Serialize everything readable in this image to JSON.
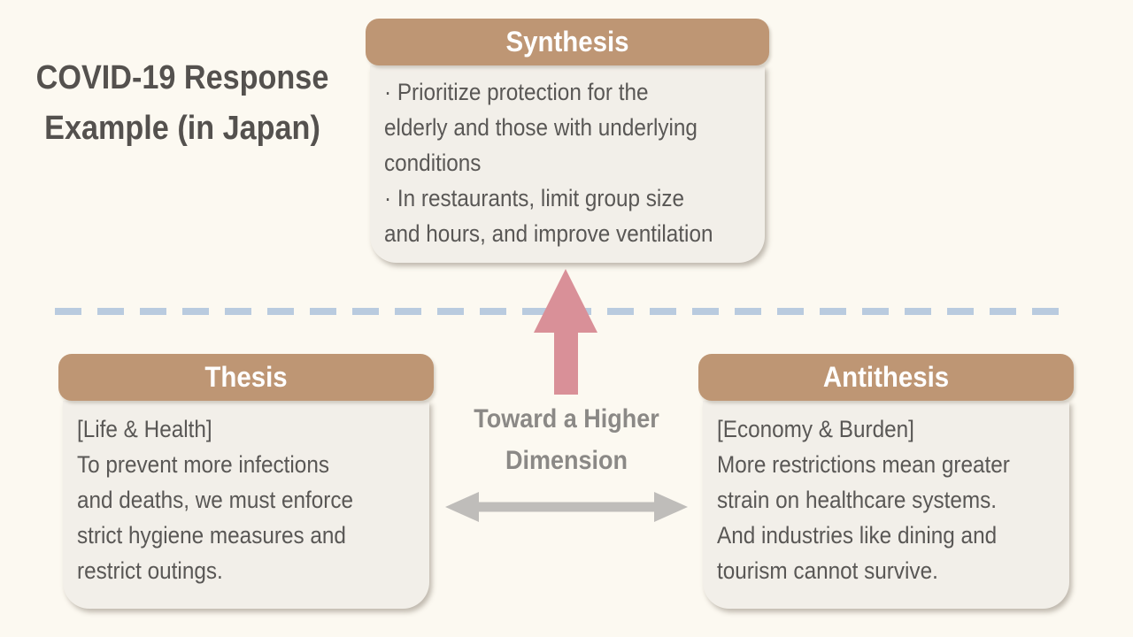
{
  "slide": {
    "title_line1": "COVID-19 Response",
    "title_line2": "Example (in Japan)"
  },
  "synthesis": {
    "header": "Synthesis",
    "bullets": [
      "· Prioritize protection for the\nelderly and those with underlying\nconditions",
      "· In restaurants, limit group size\nand hours, and improve ventilation"
    ]
  },
  "thesis": {
    "header": "Thesis",
    "category": "[Life & Health]",
    "text": "To prevent more infections\nand deaths, we must enforce\nstrict hygiene measures and\nrestrict outings."
  },
  "antithesis": {
    "header": "Antithesis",
    "category": "[Economy & Burden]",
    "text": "More restrictions mean greater\nstrain on healthcare systems.\nAnd industries like dining and\ntourism cannot survive."
  },
  "center": {
    "label": "Toward a Higher\nDimension"
  },
  "icons": {
    "up_arrow": "up-arrow",
    "double_arrow": "double-headed-arrow",
    "dashed_divider": "dashed-horizontal-line"
  },
  "colors": {
    "background": "#FCF9F1",
    "header_tan": "#BE9674",
    "card_bg": "#F2EFE9",
    "body_text": "#595755",
    "title_text": "#54514E",
    "label_gray": "#8B8986",
    "arrow_pink": "#D99098",
    "arrow_gray": "#BFBDBA",
    "dashed_blue": "#B9CBDF"
  }
}
